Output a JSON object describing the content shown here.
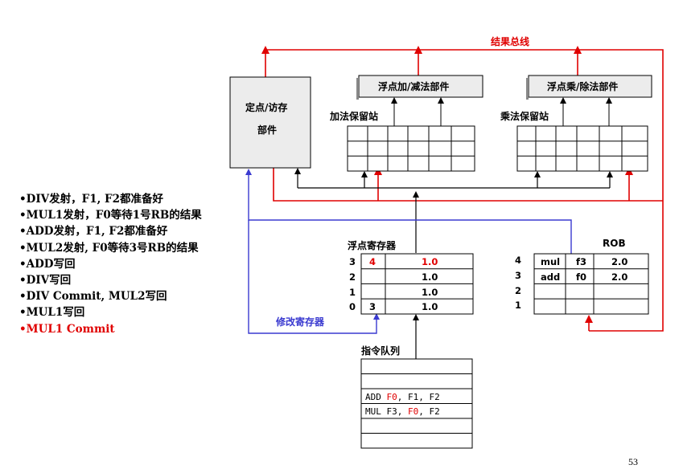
{
  "title_result_bus": "结果总线",
  "units": {
    "ls_unit_line1": "定点/访存",
    "ls_unit_line2": "部件",
    "fp_add_unit": "浮点加/减法部件",
    "fp_mul_unit": "浮点乘/除法部件",
    "add_rs_label": "加法保留站",
    "mul_rs_label": "乘法保留站"
  },
  "fp_registers": {
    "label": "浮点寄存器",
    "rows": [
      {
        "index": "3",
        "tag": "4",
        "value": "1.0"
      },
      {
        "index": "2",
        "tag": "",
        "value": "1.0"
      },
      {
        "index": "1",
        "tag": "",
        "value": "1.0"
      },
      {
        "index": "0",
        "tag": "3",
        "value": "1.0"
      }
    ]
  },
  "rob": {
    "label": "ROB",
    "rows": [
      {
        "index": "4",
        "op": "mul",
        "dest": "f3",
        "value": "2.0"
      },
      {
        "index": "3",
        "op": "add",
        "dest": "f0",
        "value": "2.0"
      },
      {
        "index": "2",
        "op": "",
        "dest": "",
        "value": ""
      },
      {
        "index": "1",
        "op": "",
        "dest": "",
        "value": ""
      }
    ]
  },
  "modify_register_label": "修改寄存器",
  "instruction_queue": {
    "label": "指令队列",
    "rows": [
      {
        "op": "",
        "a": "",
        "b": "",
        "c": ""
      },
      {
        "op": "",
        "a": "",
        "b": "",
        "c": ""
      },
      {
        "op": "ADD",
        "a": "F0",
        "b": "F1",
        "c": "F2"
      },
      {
        "op": "MUL",
        "a": "F3",
        "b": "F0",
        "c": "F2"
      },
      {
        "op": "",
        "a": "",
        "b": "",
        "c": ""
      }
    ]
  },
  "notes": [
    "•DIV发射，F1, F2都准备好",
    "•MUL1发射，F0等待1号RB的结果",
    "•ADD发射，F1, F2都准备好",
    "•MUL2发射, F0等待3号RB的结果",
    "•ADD写回",
    "•DIV写回",
    "•DIV Commit, MUL2写回",
    "•MUL1写回",
    "•MUL1 Commit"
  ],
  "page_number": "53",
  "colors": {
    "red": "#e00000",
    "blue": "#3a3ad0",
    "box_fill": "#ececec"
  }
}
